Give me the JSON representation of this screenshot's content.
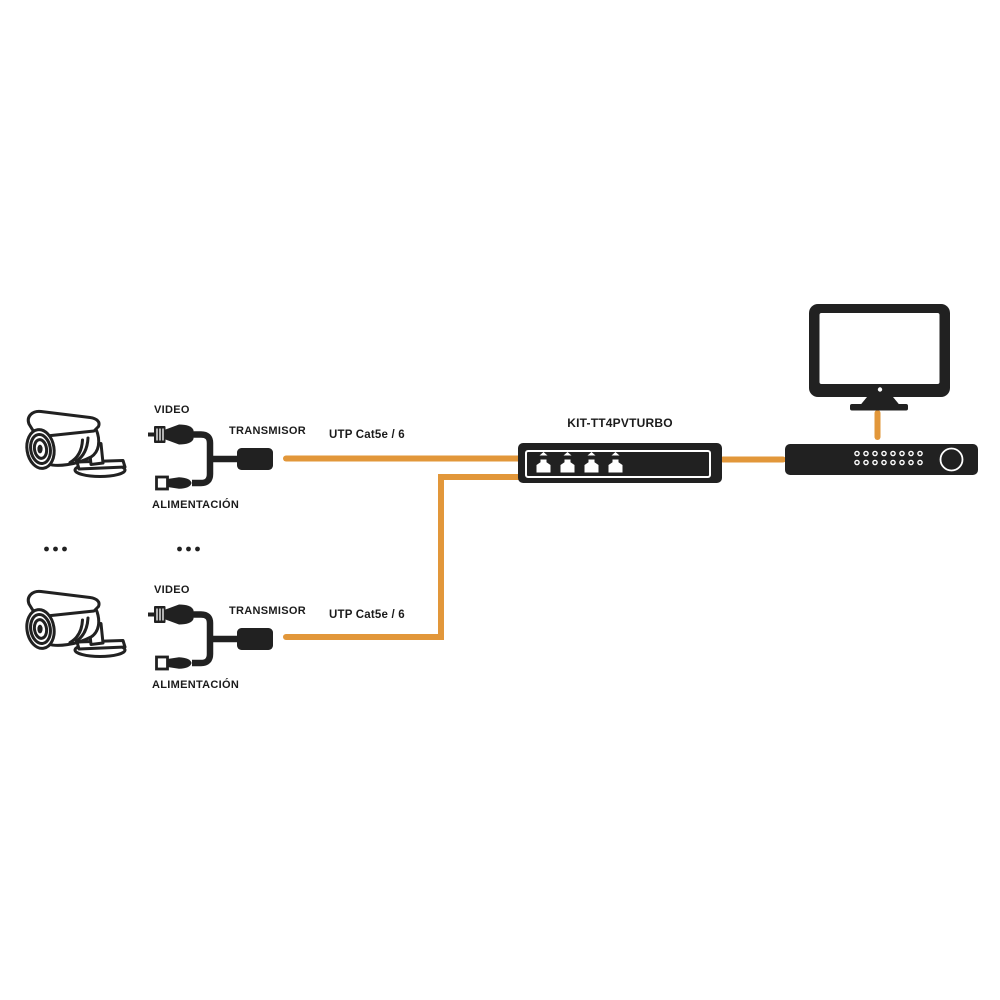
{
  "camera_groups": [
    {
      "video_label": "VIDEO",
      "power_label": "ALIMENTACIÓN",
      "transmitter_label": "TRANSMISOR",
      "cable_label": "UTP Cat5e / 6"
    },
    {
      "video_label": "VIDEO",
      "power_label": "ALIMENTACIÓN",
      "transmitter_label": "TRANSMISOR",
      "cable_label": "UTP Cat5e / 6"
    }
  ],
  "switch": {
    "model_label": "KIT-TT4PVTURBO",
    "port_count": 4
  },
  "icons": {
    "camera": "bullet-camera-icon",
    "video_connector": "bnc-connector-icon",
    "power_connector": "dc-plug-icon",
    "transmitter": "transmitter-box-icon",
    "switch": "utp-receiver-switch-icon",
    "dvr": "dvr-recorder-icon",
    "monitor": "monitor-icon",
    "more_cameras": "ellipsis-icon"
  },
  "colors": {
    "cable_orange": "#E2973A",
    "device_black": "#212121",
    "text_ink": "#1B1B1B",
    "background": "#FFFFFF"
  }
}
